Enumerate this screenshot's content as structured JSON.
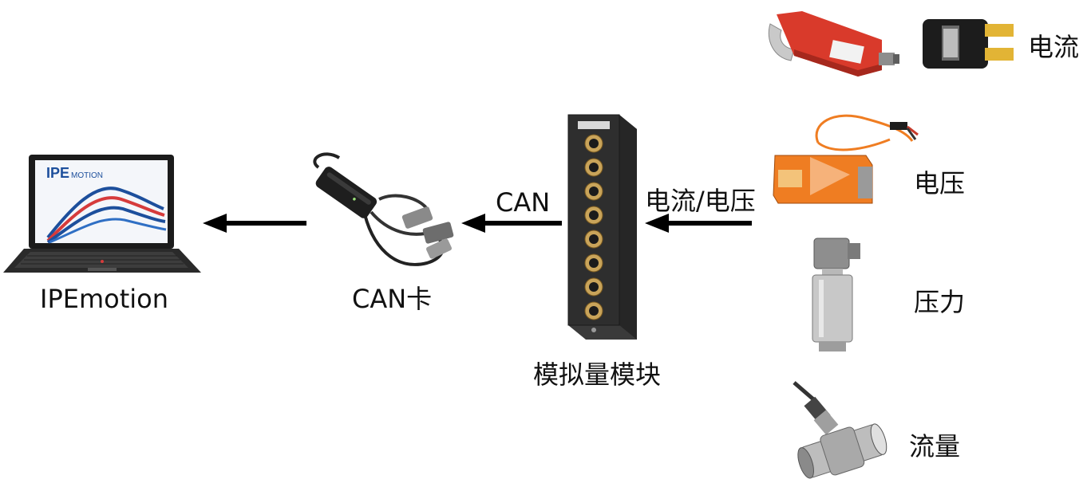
{
  "labels": {
    "pc": "IPEmotion",
    "can_card": "CAN卡",
    "module": "模拟量模块",
    "link_can": "CAN",
    "link_signal": "电流/电压",
    "sensor_current": "电流",
    "sensor_voltage": "电压",
    "sensor_pressure": "压力",
    "sensor_flow": "流量"
  },
  "laptop_screen": {
    "logo_ipe": "IPE",
    "logo_motion": "MOTION"
  },
  "colors": {
    "arrow": "#000000",
    "logo_blue": "#1d4f9c",
    "logo_red": "#d63b3b",
    "clamp_red": "#d93a2b",
    "sensor_orange": "#ef7d22",
    "module_body": "#2e2e2e"
  }
}
